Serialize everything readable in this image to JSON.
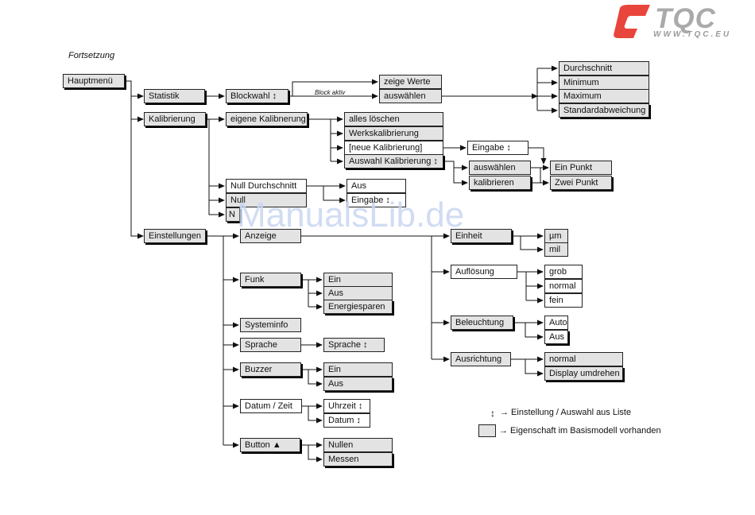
{
  "brand": {
    "name": "TQC",
    "url": "WWW.TQC.EU",
    "colors": {
      "mark": "#e8453c",
      "text": "#aaaaaa"
    }
  },
  "watermark": "ManualsLib.de",
  "caption": "Fortsetzung",
  "edge_labels": {
    "block_aktiv": "Block aktiv"
  },
  "nodes": {
    "hauptmenu": "Hauptmenü",
    "statistik": "Statistik",
    "blockwahl": "Blockwahl ↕",
    "zeige_werte": "zeige Werte",
    "auswaehlen_stat": "auswählen",
    "durchschnitt": "Durchschnitt",
    "minimum": "Minimum",
    "maximum": "Maximum",
    "standardabweichung": "Standardabweichung",
    "kalibrierung": "Kalibrierung",
    "eigene_kalibrierung": "eigene Kalibnerung",
    "alles_loeschen": "alles löschen",
    "werkskalibrierung": "Werkskalibrierung",
    "neue_kalibrierung": "[neue Kalibrierung]",
    "auswahl_kalibrierung": "Auswahl Kalibrierung ↕",
    "eingabe_kal": "Eingabe ↕",
    "auswaehlen_kal": "auswählen",
    "kalibrieren": "kalibrieren",
    "ein_punkt": "Ein Punkt",
    "zwei_punkt": "Zwei Punkt",
    "null_durchschnitt": "Null Durchschnitt",
    "aus_null": "Aus",
    "eingabe_null": "Eingabe ↕",
    "null": "Null",
    "null_short": "N",
    "einstellungen": "Einstellungen",
    "anzeige": "Anzeige",
    "einheit": "Einheit",
    "um": "µm",
    "mil": "mil",
    "aufloesung": "Auflösung",
    "grob": "grob",
    "normal_aufl": "normal",
    "fein": "fein",
    "beleuchtung": "Beleuchtung",
    "auto": "Auto",
    "aus_bel": "Aus",
    "ausrichtung": "Ausrichtung",
    "normal_ausr": "normal",
    "display_umdrehen": "Display umdrehen",
    "funk": "Funk",
    "funk_ein": "Ein",
    "funk_aus": "Aus",
    "energiesparen": "Energiesparen",
    "systeminfo": "Systeminfo",
    "sprache": "Sprache",
    "sprache_wahl": "Sprache ↕",
    "buzzer": "Buzzer",
    "buzzer_ein": "Ein",
    "buzzer_aus": "Aus",
    "datum_zeit": "Datum / Zeit",
    "uhrzeit": "Uhrzeit ↕",
    "datum": "Datum ↕",
    "button": "Button ▲",
    "nullen": "Nullen",
    "messen": "Messen"
  },
  "legend": {
    "arrow_symbol": "↕",
    "arrow_text": "→ Einstellung / Auswahl aus Liste",
    "box_text": "→ Eigenschaft im Basismodell vorhanden"
  }
}
